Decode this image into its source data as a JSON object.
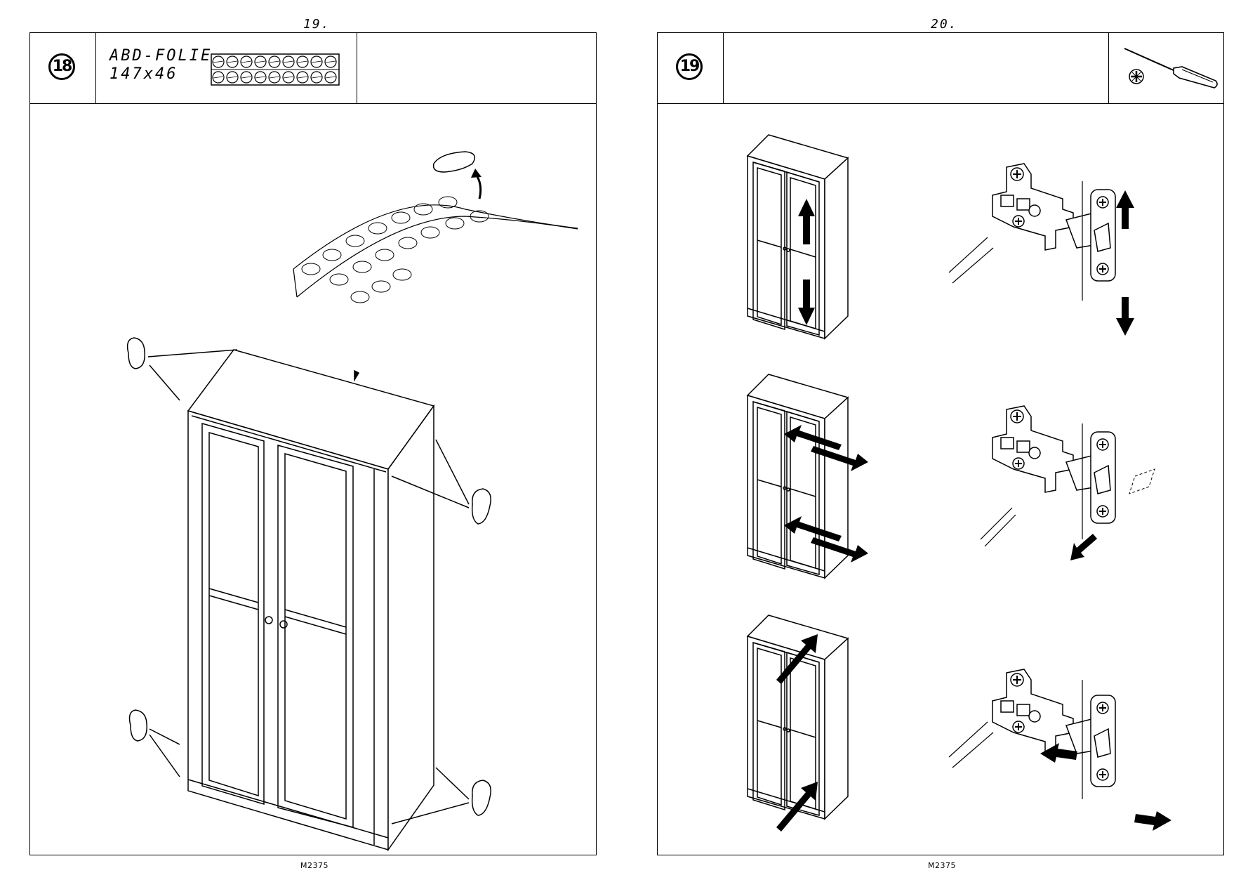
{
  "left_page": {
    "page_number": "19.",
    "step_number": "18",
    "part_name": "ABD-FOLIE",
    "part_size": "147x46",
    "footer_code": "M2375",
    "icons": [
      "protective-pad-sheet-icon",
      "adhesive-pad-icon",
      "wardrobe-illustration"
    ]
  },
  "right_page": {
    "page_number": "20.",
    "step_number": "19",
    "footer_code": "M2375",
    "tool_icon": "phillips-screwdriver-icon",
    "adjustments": [
      "height-adjustment",
      "depth-adjustment",
      "side-adjustment"
    ]
  }
}
